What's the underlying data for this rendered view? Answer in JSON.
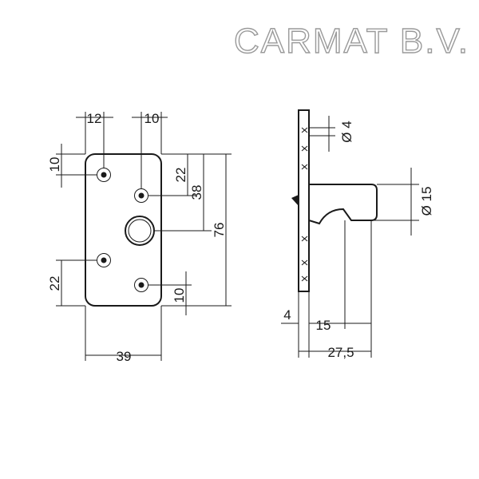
{
  "logo": {
    "text": "CARMAT B.V."
  },
  "front_view": {
    "dimensions": {
      "hole_offset_left": "12",
      "hole_offset_right": "10",
      "top_margin": "10",
      "hole_vertical_spacing": "22",
      "center_hole_height": "38",
      "total_height": "76",
      "lower_hole_spacing": "22",
      "bottom_margin": "10",
      "width": "39"
    }
  },
  "side_view": {
    "dimensions": {
      "hole_diameter": "Ø 4",
      "pin_diameter": "Ø 15",
      "plate_thickness": "4",
      "pin_start": "15",
      "total_depth": "27,5"
    }
  }
}
